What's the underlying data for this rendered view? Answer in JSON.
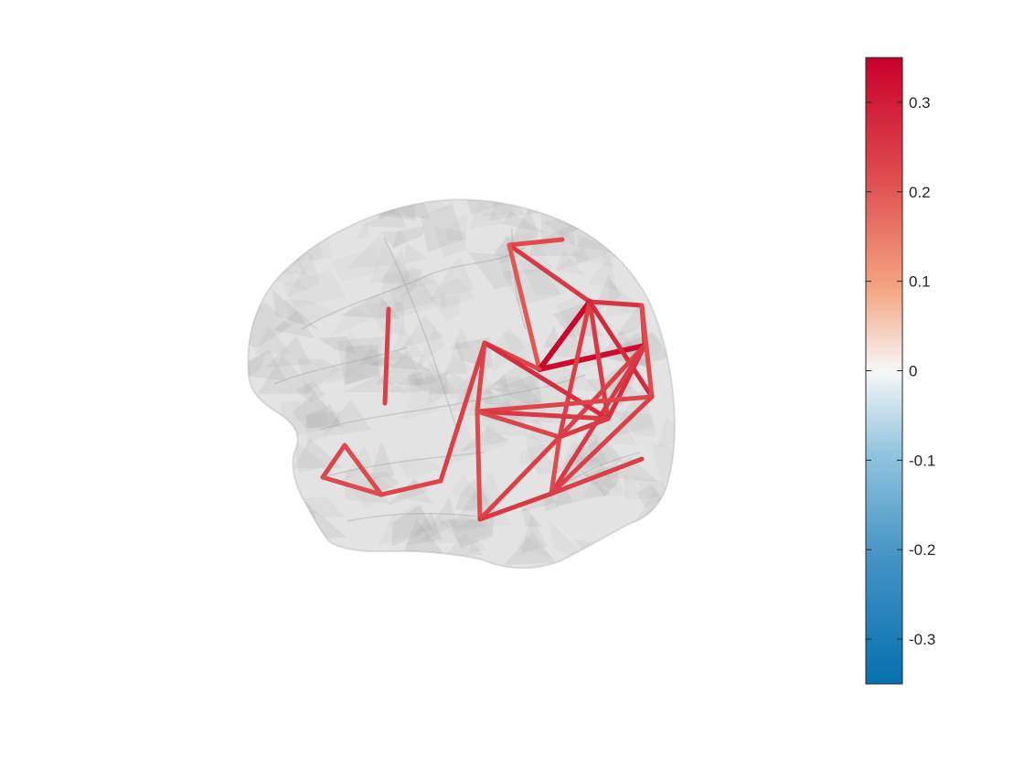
{
  "colorbar": {
    "range": [
      -0.35,
      0.35
    ],
    "ticks": [
      {
        "value": 0.3,
        "label": "0.3"
      },
      {
        "value": 0.2,
        "label": "0.2"
      },
      {
        "value": 0.1,
        "label": "0.1"
      },
      {
        "value": 0,
        "label": "0"
      },
      {
        "value": -0.1,
        "label": "-0.1"
      },
      {
        "value": -0.2,
        "label": "-0.2"
      },
      {
        "value": -0.3,
        "label": "-0.3"
      }
    ],
    "colors": {
      "max": "#c9002a",
      "high": "#e05050",
      "mid_high": "#f4a582",
      "zero": "#f7f7f7",
      "mid_low": "#92c5de",
      "low": "#4393c3",
      "min": "#0571b0"
    }
  },
  "brain": {
    "surface_color": "#bdbdbd",
    "edge_color": "#9a9a9a"
  },
  "connections": [
    {
      "weight": 0.22
    },
    {
      "weight": 0.25
    },
    {
      "weight": 0.2
    },
    {
      "weight": 0.26
    },
    {
      "weight": 0.25
    },
    {
      "weight": 0.34
    },
    {
      "weight": 0.33
    },
    {
      "weight": 0.25
    },
    {
      "weight": 0.24
    },
    {
      "weight": 0.28
    },
    {
      "weight": 0.27
    },
    {
      "weight": 0.24
    },
    {
      "weight": 0.25
    },
    {
      "weight": 0.22
    },
    {
      "weight": 0.23
    },
    {
      "weight": 0.27
    },
    {
      "weight": 0.23
    },
    {
      "weight": 0.24
    },
    {
      "weight": 0.23
    },
    {
      "weight": 0.25
    },
    {
      "weight": 0.23
    },
    {
      "weight": 0.22
    },
    {
      "weight": 0.24
    },
    {
      "weight": 0.22
    },
    {
      "weight": 0.25
    },
    {
      "weight": 0.24
    },
    {
      "weight": 0.24
    },
    {
      "weight": 0.25
    },
    {
      "weight": 0.24
    },
    {
      "weight": 0.23
    },
    {
      "weight": 0.22
    },
    {
      "weight": 0.22
    },
    {
      "weight": 0.23
    }
  ]
}
